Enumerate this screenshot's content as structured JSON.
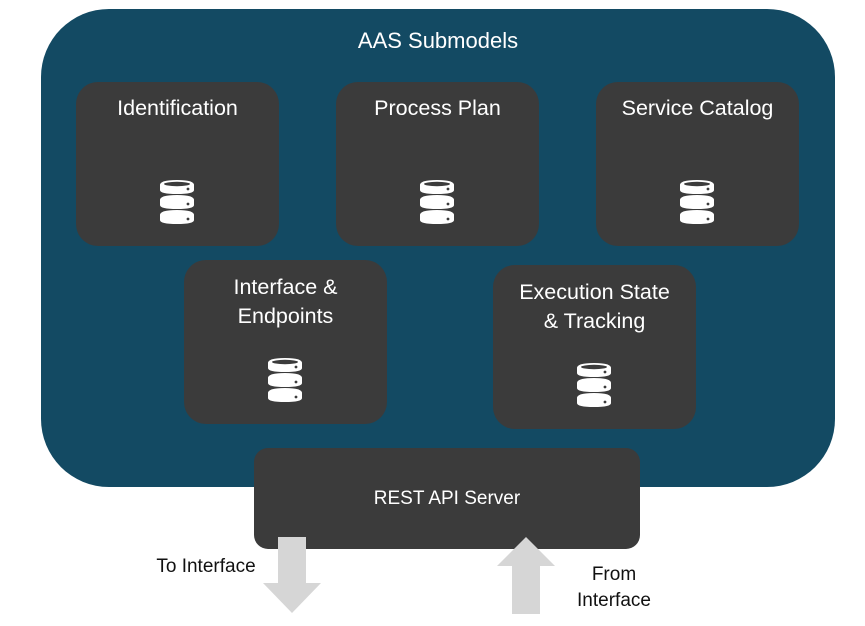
{
  "colors": {
    "container_bg": "#134a63",
    "box_bg": "#3b3b3b",
    "arrow": "#d6d6d6",
    "text_light": "#ffffff",
    "text_dark": "#111111"
  },
  "container": {
    "title": "AAS Submodels",
    "submodels": [
      {
        "label": "Identification",
        "icon": "database-icon"
      },
      {
        "label": "Process Plan",
        "icon": "database-icon"
      },
      {
        "label": "Service Catalog",
        "icon": "database-icon"
      },
      {
        "label": "Interface &\nEndpoints",
        "icon": "database-icon"
      },
      {
        "label": "Execution State\n& Tracking",
        "icon": "database-icon"
      }
    ]
  },
  "server": {
    "label": "REST API Server"
  },
  "flows": {
    "outgoing": {
      "label": "To Interface",
      "direction": "down",
      "icon": "arrow-down-icon"
    },
    "incoming": {
      "label": "From\nInterface",
      "direction": "up",
      "icon": "arrow-up-icon"
    }
  }
}
